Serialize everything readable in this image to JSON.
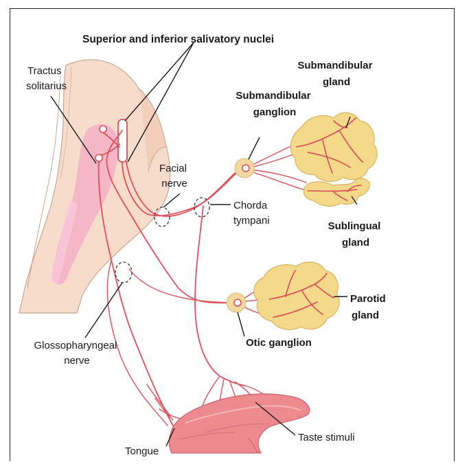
{
  "labels": {
    "nuclei": "Superior and inferior salivatory nuclei",
    "tractus_line1": "Tractus",
    "tractus_line2": "solitarius",
    "submandibular_gland_line1": "Submandibular",
    "submandibular_gland_line2": "gland",
    "submandibular_ganglion_line1": "Submandibular",
    "submandibular_ganglion_line2": "ganglion",
    "facial_line1": "Facial",
    "facial_line2": "nerve",
    "chorda_line1": "Chorda",
    "chorda_line2": "tympani",
    "sublingual_line1": "Sublingual",
    "sublingual_line2": "gland",
    "parotid_line1": "Parotid",
    "parotid_line2": "gland",
    "otic_ganglion": "Otic ganglion",
    "glosso_line1": "Glossopharyngeal",
    "glosso_line2": "nerve",
    "tongue": "Tongue",
    "taste": "Taste stimuli"
  },
  "colors": {
    "nerve": "#e0505a",
    "brainstem": "#f7dccb",
    "nucleus_region": "#f4a9c6",
    "gland": "#f5d98a",
    "tongue": "#ec8a90"
  }
}
